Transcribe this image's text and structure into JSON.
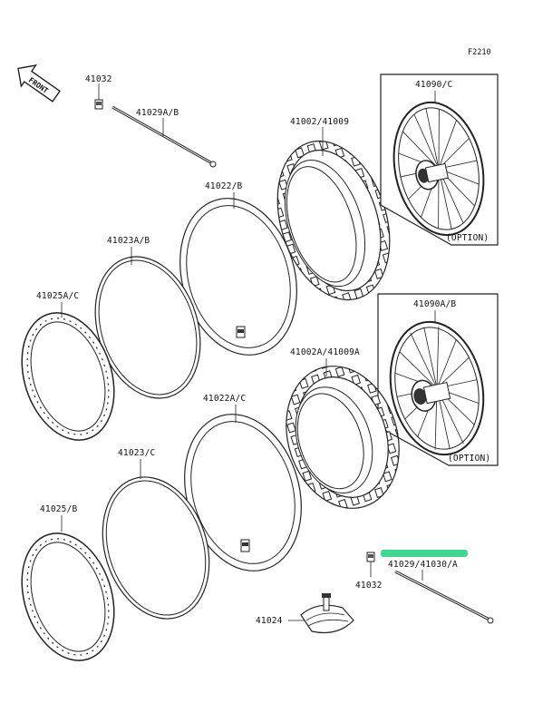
{
  "figure_code": "F2210",
  "front_arrow": {
    "text": "FRONT"
  },
  "highlight_color": "#40d890",
  "parts": [
    {
      "id": "bolt_top",
      "number": "41032"
    },
    {
      "id": "spoke_top",
      "number": "41029A/B"
    },
    {
      "id": "tire_front",
      "number": "41002/41009"
    },
    {
      "id": "wheel_front_option",
      "number": "41090/C"
    },
    {
      "id": "option_top",
      "number": "(OPTION)"
    },
    {
      "id": "tube_front",
      "number": "41022/B"
    },
    {
      "id": "rimband_front",
      "number": "41023A/B"
    },
    {
      "id": "rim_front",
      "number": "41025A/C"
    },
    {
      "id": "wheel_rear_option",
      "number": "41090A/B"
    },
    {
      "id": "tire_rear",
      "number": "41002A/41009A"
    },
    {
      "id": "option_bottom",
      "number": "(OPTION)"
    },
    {
      "id": "tube_rear",
      "number": "41022A/C"
    },
    {
      "id": "rimband_rear",
      "number": "41023/C"
    },
    {
      "id": "rim_rear",
      "number": "41025/B"
    },
    {
      "id": "spoke_bottom",
      "number": "41029/41030/A"
    },
    {
      "id": "bolt_bottom",
      "number": "41032"
    },
    {
      "id": "rim_lock",
      "number": "41024"
    }
  ]
}
